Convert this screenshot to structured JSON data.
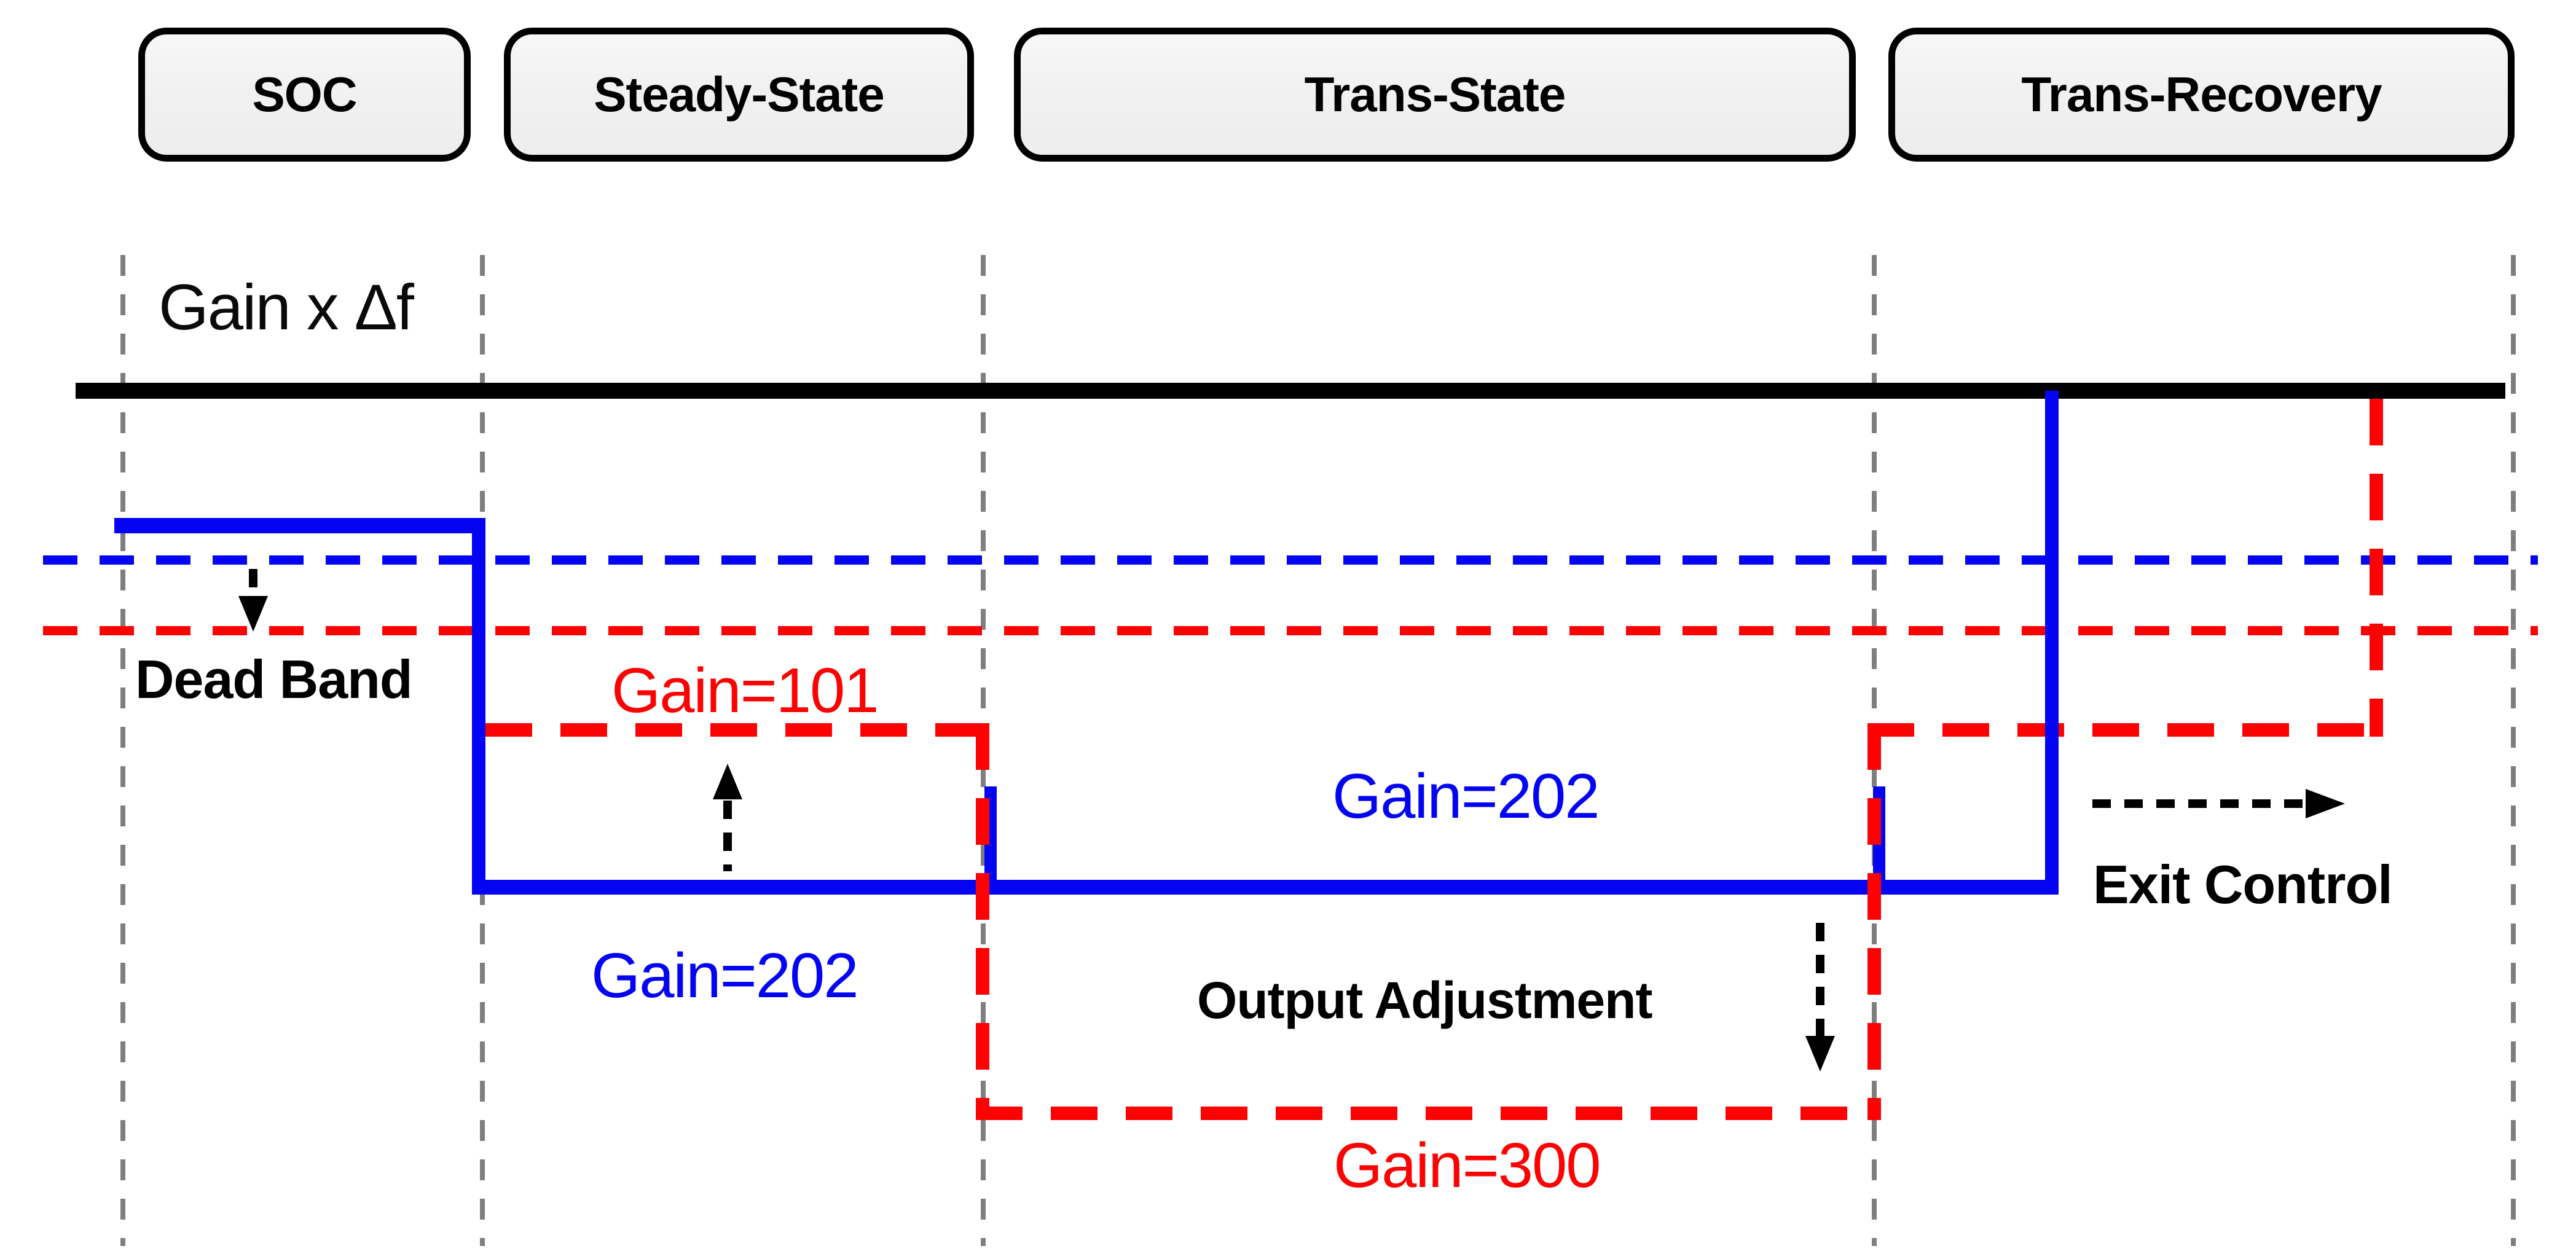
{
  "diagram": {
    "axis_label": "Gain x Δf",
    "phases": [
      {
        "label": "SOC"
      },
      {
        "label": "Steady-State"
      },
      {
        "label": "Trans-State"
      },
      {
        "label": "Trans-Recovery"
      }
    ],
    "annotations": {
      "dead_band": "Dead Band",
      "output_adjustment": "Output Adjustment",
      "exit_control": "Exit Control"
    },
    "gain_labels": {
      "steady_red": "Gain=101",
      "steady_blue": "Gain=202",
      "trans_blue": "Gain=202",
      "trans_red": "Gain=300"
    },
    "colors": {
      "blue_line": "#0404f2",
      "red_line": "#fb0303",
      "boundary_gray": "#7f7f7f",
      "black": "#000000",
      "box_fill": "#f1f1f1"
    }
  }
}
